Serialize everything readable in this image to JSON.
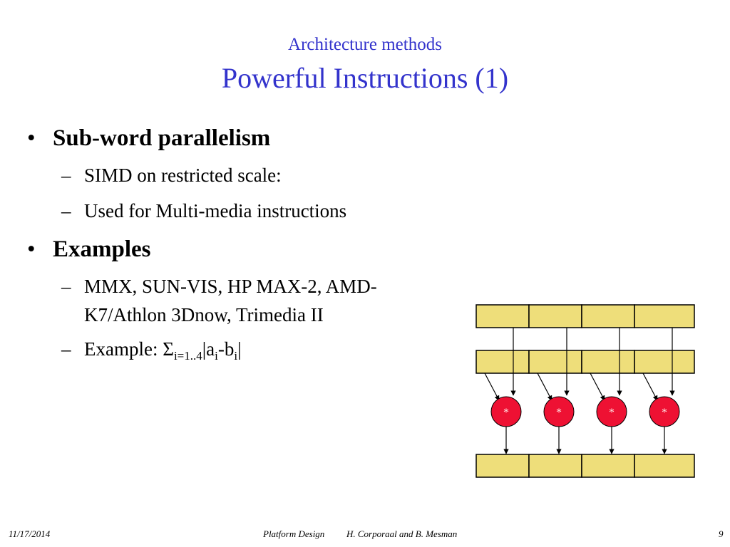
{
  "header": {
    "subtitle": "Architecture methods",
    "title": "Powerful Instructions (1)"
  },
  "bullets": [
    {
      "label": "Sub-word parallelism",
      "subitems": [
        "SIMD on restricted scale:",
        "Used for Multi-media instructions"
      ]
    },
    {
      "label": "Examples",
      "subitems": [
        "MMX, SUN-VIS, HP MAX-2, AMD-",
        "K7/Athlon 3Dnow, Trimedia II"
      ],
      "example": {
        "prefix": "Example: Σ",
        "subscript": "i=1..4",
        "mid1": "|a",
        "sub_a": "i",
        "mid2": "-b",
        "sub_b": "i",
        "suffix": "|"
      }
    }
  ],
  "diagram": {
    "operator_symbol": "*",
    "cell_color": "#eede7a",
    "operator_color": "#ee1133"
  },
  "footer": {
    "date": "11/17/2014",
    "course": "Platform Design",
    "authors": "H. Corporaal and B. Mesman",
    "page_number": "9"
  }
}
